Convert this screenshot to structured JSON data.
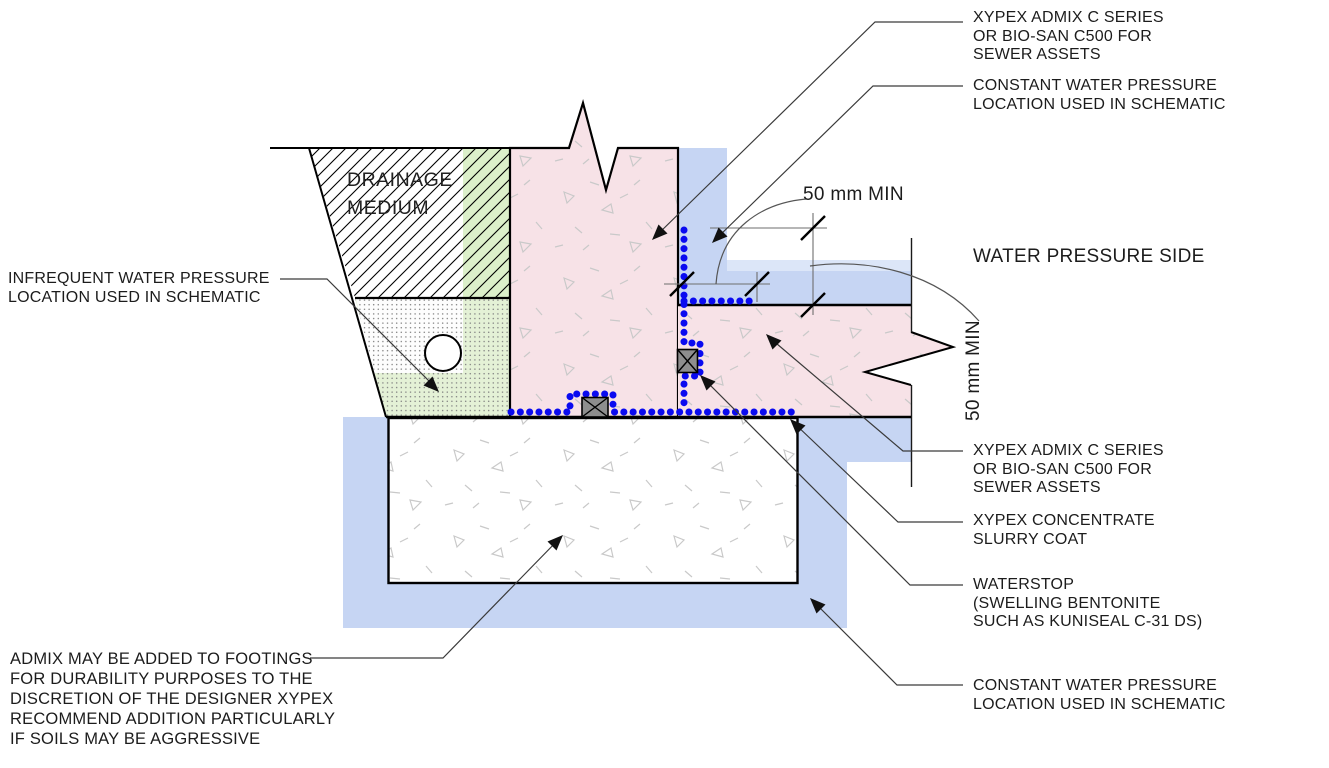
{
  "drawing": {
    "kind": "construction-detail-schematic",
    "subject": "Xypex waterproofing detail at wall / slab / footing junction"
  },
  "labels": {
    "xypex_admix_top": {
      "lines": [
        "XYPEX ADMIX C SERIES",
        "OR BIO-SAN C500 FOR",
        "SEWER ASSETS"
      ]
    },
    "constant_water_pressure_top": {
      "lines": [
        "CONSTANT WATER PRESSURE",
        "LOCATION USED IN SCHEMATIC"
      ]
    },
    "dim_horizontal": "50 mm MIN",
    "water_pressure_side": "WATER PRESSURE SIDE",
    "dim_vertical": "50 mm MIN",
    "infrequent_water_pressure": {
      "lines": [
        "INFREQUENT WATER PRESSURE",
        "LOCATION USED IN SCHEMATIC"
      ]
    },
    "drainage_medium": {
      "lines": [
        "DRAINAGE",
        "MEDIUM"
      ]
    },
    "xypex_admix_right": {
      "lines": [
        "XYPEX ADMIX C SERIES",
        "OR BIO-SAN C500 FOR",
        "SEWER ASSETS"
      ]
    },
    "xypex_concentrate": {
      "lines": [
        "XYPEX CONCENTRATE",
        "SLURRY COAT"
      ]
    },
    "waterstop": {
      "lines": [
        "WATERSTOP",
        "(SWELLING BENTONITE",
        "SUCH AS KUNISEAL C-31 DS)"
      ]
    },
    "constant_water_pressure_bottom": {
      "lines": [
        "CONSTANT WATER PRESSURE",
        "LOCATION USED IN SCHEMATIC"
      ]
    },
    "footing_admix_note": {
      "lines": [
        "ADMIX MAY BE ADDED TO FOOTINGS",
        "FOR DURABILITY PURPOSES TO THE",
        "DISCRETION OF THE DESIGNER XYPEX",
        "RECOMMEND ADDITION PARTICULARLY",
        "IF SOILS MAY BE AGGRESSIVE"
      ]
    }
  },
  "colors": {
    "concrete_with_admix": "#f7e2e7",
    "water_pressure_zone": "#c6d5f3",
    "water_pressure_zone_light": "#dce6f8",
    "drainage_green_strip": "#dcf0ca",
    "granular_green": "#e4f1d6",
    "waterstop_dots": "#0a0af0",
    "waterstop_box": "#8e8e8e",
    "outline": "#000000",
    "concrete_texture": "#c9c9c9"
  }
}
